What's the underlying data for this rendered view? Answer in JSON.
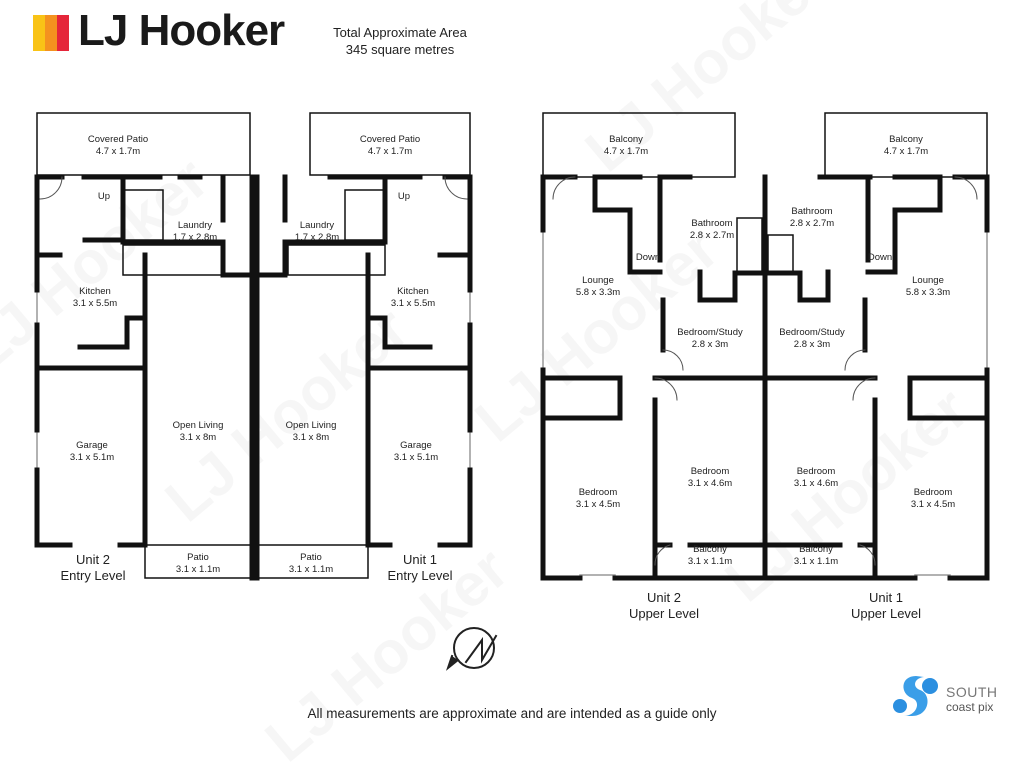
{
  "brand": {
    "name": "LJ Hooker",
    "bar_colors": [
      "#f9c316",
      "#f4921f",
      "#e5263a"
    ]
  },
  "header": {
    "area_title": "Total Approximate Area",
    "area_value": "345 square metres"
  },
  "watermark": "LJ Hooker",
  "entry_level": {
    "unit2": {
      "title": "Unit 2",
      "subtitle": "Entry Level",
      "rooms": [
        {
          "name": "Covered Patio",
          "size": "4.7 x 1.7m"
        },
        {
          "name": "Laundry",
          "size": "1.7 x 2.8m"
        },
        {
          "name": "Kitchen",
          "size": "3.1 x 5.5m"
        },
        {
          "name": "Garage",
          "size": "3.1 x 5.1m"
        },
        {
          "name": "Open Living",
          "size": "3.1 x 8m"
        },
        {
          "name": "Patio",
          "size": "3.1 x 1.1m"
        }
      ],
      "stair_label": "Up"
    },
    "unit1": {
      "title": "Unit 1",
      "subtitle": "Entry Level",
      "rooms": [
        {
          "name": "Covered Patio",
          "size": "4.7 x 1.7m"
        },
        {
          "name": "Laundry",
          "size": "1.7 x 2.8m"
        },
        {
          "name": "Kitchen",
          "size": "3.1 x 5.5m"
        },
        {
          "name": "Garage",
          "size": "3.1 x 5.1m"
        },
        {
          "name": "Open Living",
          "size": "3.1 x 8m"
        },
        {
          "name": "Patio",
          "size": "3.1 x 1.1m"
        }
      ],
      "stair_label": "Up"
    }
  },
  "upper_level": {
    "unit2": {
      "title": "Unit 2",
      "subtitle": "Upper Level",
      "rooms": [
        {
          "name": "Balcony",
          "size": "4.7 x 1.7m"
        },
        {
          "name": "Bathroom",
          "size": "2.8 x 2.7m"
        },
        {
          "name": "Lounge",
          "size": "5.8 x 3.3m"
        },
        {
          "name": "Bedroom/Study",
          "size": "2.8 x 3m"
        },
        {
          "name": "Bedroom",
          "size": "3.1 x 4.6m"
        },
        {
          "name": "Bedroom",
          "size": "3.1 x 4.5m"
        },
        {
          "name": "Balcony",
          "size": "3.1 x 1.1m"
        }
      ],
      "stair_label": "Down"
    },
    "unit1": {
      "title": "Unit 1",
      "subtitle": "Upper Level",
      "rooms": [
        {
          "name": "Balcony",
          "size": "4.7 x 1.7m"
        },
        {
          "name": "Bathroom",
          "size": "2.8 x 2.7m"
        },
        {
          "name": "Lounge",
          "size": "5.8 x 3.3m"
        },
        {
          "name": "Bedroom/Study",
          "size": "2.8 x 3m"
        },
        {
          "name": "Bedroom",
          "size": "3.1 x 4.6m"
        },
        {
          "name": "Bedroom",
          "size": "3.1 x 4.5m"
        },
        {
          "name": "Balcony",
          "size": "3.1 x 1.1m"
        }
      ],
      "stair_label": "Down"
    }
  },
  "footer": "All measurements are approximate and are intended as a guide only",
  "credit": {
    "line1": "SOUTH",
    "line2": "coast pix",
    "color": "#2b8fe0"
  }
}
